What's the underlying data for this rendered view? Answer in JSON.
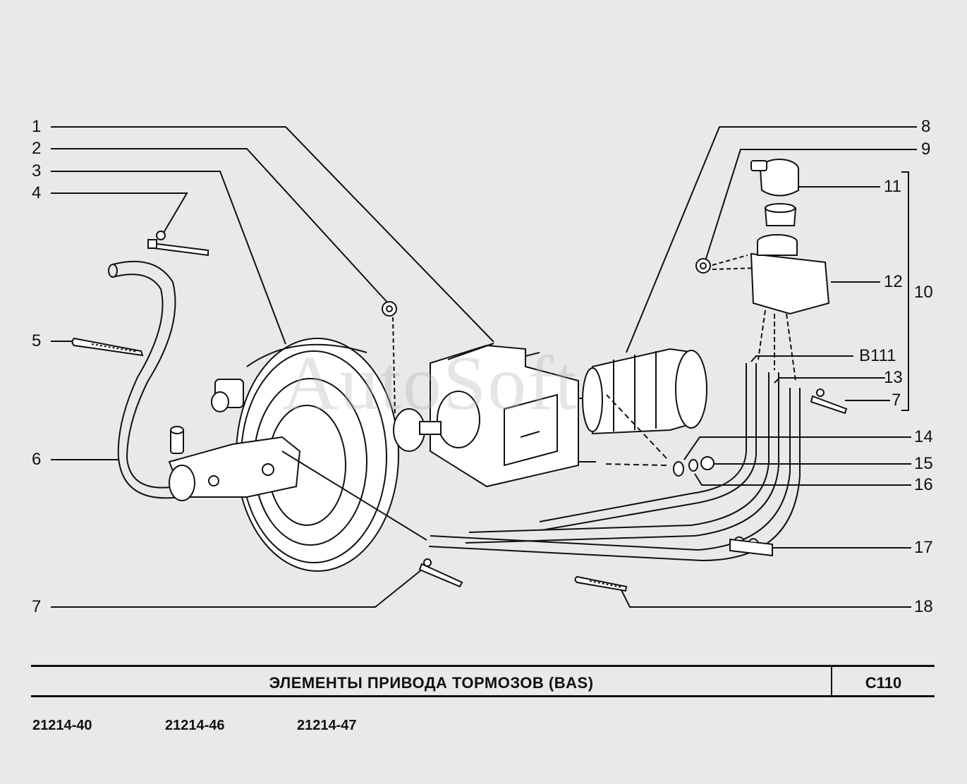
{
  "watermark": "AutoSoft",
  "callouts": {
    "n1": "1",
    "n2": "2",
    "n3": "3",
    "n4": "4",
    "n5": "5",
    "n6": "6",
    "n7a": "7",
    "n8": "8",
    "n9": "9",
    "n10": "10",
    "n11": "11",
    "n12": "12",
    "nB111": "B111",
    "n13": "13",
    "n7b": "7",
    "n14": "14",
    "n15": "15",
    "n16": "16",
    "n17": "17",
    "n18": "18"
  },
  "title_block": {
    "title": "ЭЛЕМЕНТЫ  ПРИВОДА  ТОРМОЗОВ  (BAS)",
    "code": "C110"
  },
  "models": [
    "21214-40",
    "21214-46",
    "21214-47"
  ]
}
